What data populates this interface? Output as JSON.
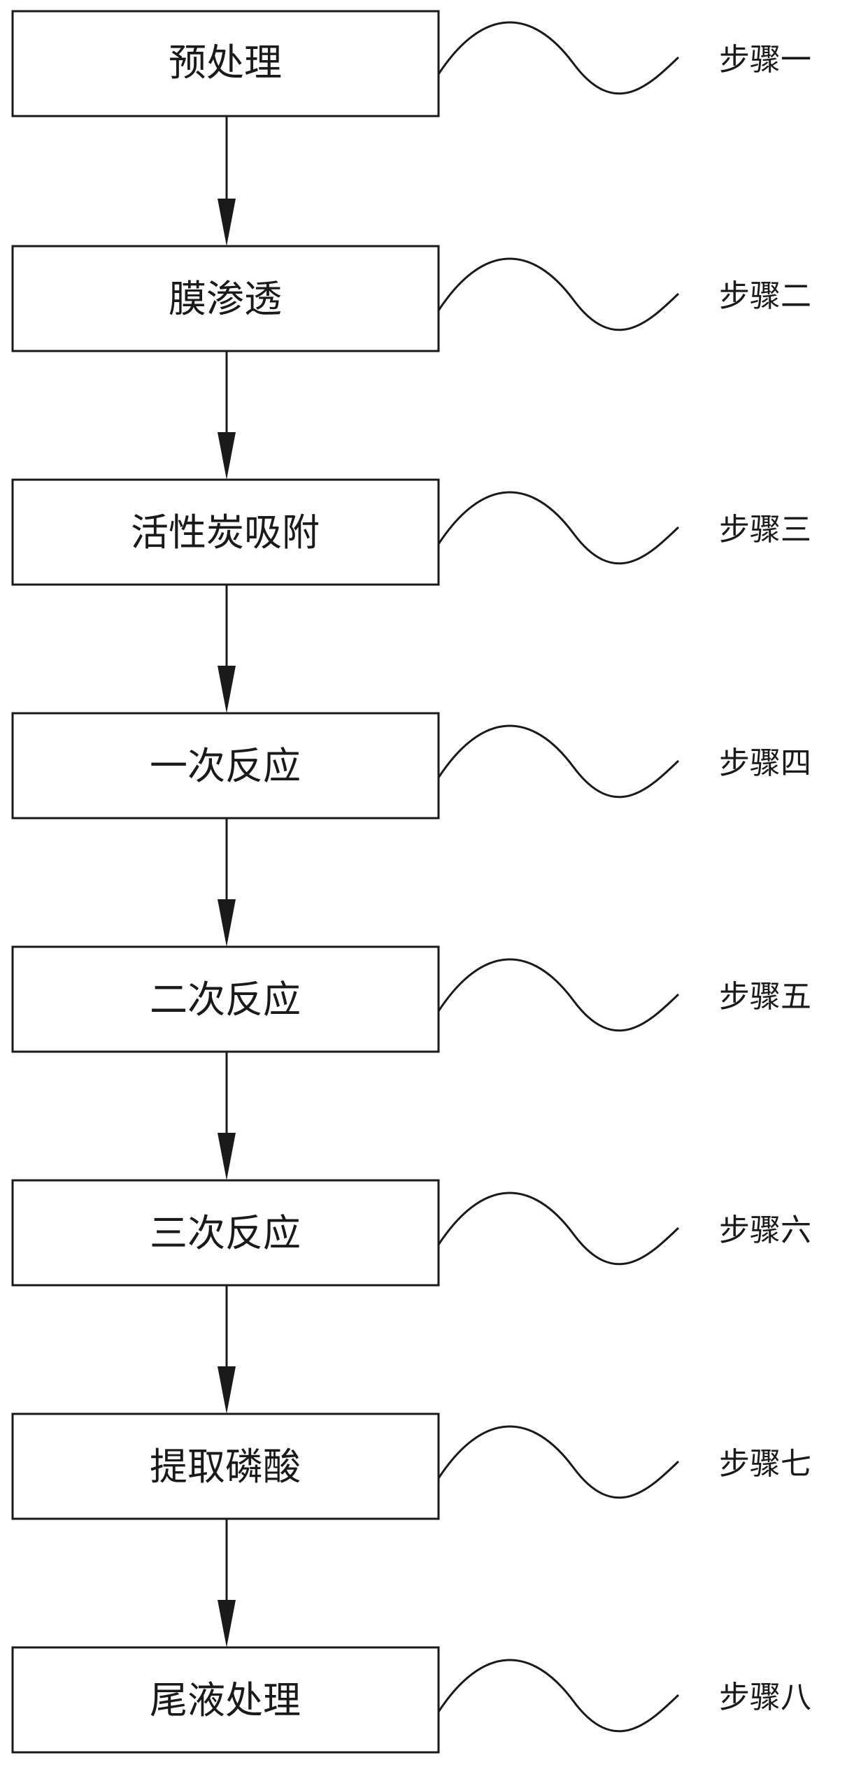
{
  "steps": [
    {
      "text": "预处理",
      "label": "步骤一"
    },
    {
      "text": "膜渗透",
      "label": "步骤二"
    },
    {
      "text": "活性炭吸附",
      "label": "步骤三"
    },
    {
      "text": "一次反应",
      "label": "步骤四"
    },
    {
      "text": "二次反应",
      "label": "步骤五"
    },
    {
      "text": "三次反应",
      "label": "步骤六"
    },
    {
      "text": "提取磷酸",
      "label": "步骤七"
    },
    {
      "text": "尾液处理",
      "label": "步骤八"
    }
  ]
}
